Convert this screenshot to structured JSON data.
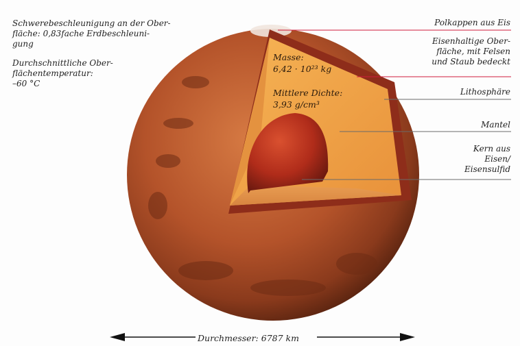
{
  "labels": {
    "gravity": "Schwerebeschleunigung an der Ober-\nfläche: 0,83fache Erdbeschleuni-\ngung",
    "temperature": "Durchschnittliche Ober-\nflächentemperatur:\n–60 °C",
    "polar_caps": "Polkappen aus Eis",
    "surface": "Eisenhaltige Ober-\nfläche, mit Felsen\nund Staub bedeckt",
    "lithosphere": "Lithosphäre",
    "mantle": "Mantel",
    "core": "Kern aus\nEisen/\nEisensulfid"
  },
  "inner": {
    "mass_label": "Masse:",
    "mass_value": "6,42 · 10²³ kg",
    "density_label": "Mittlere Dichte:",
    "density_value": "3,93 g/cm³"
  },
  "diameter": {
    "label": "Durchmesser: 6787 km"
  },
  "colors": {
    "leader_line": "#d01a3a",
    "planet": "#b5542c",
    "mantle": "#f2a247",
    "core": "#b8361c"
  }
}
